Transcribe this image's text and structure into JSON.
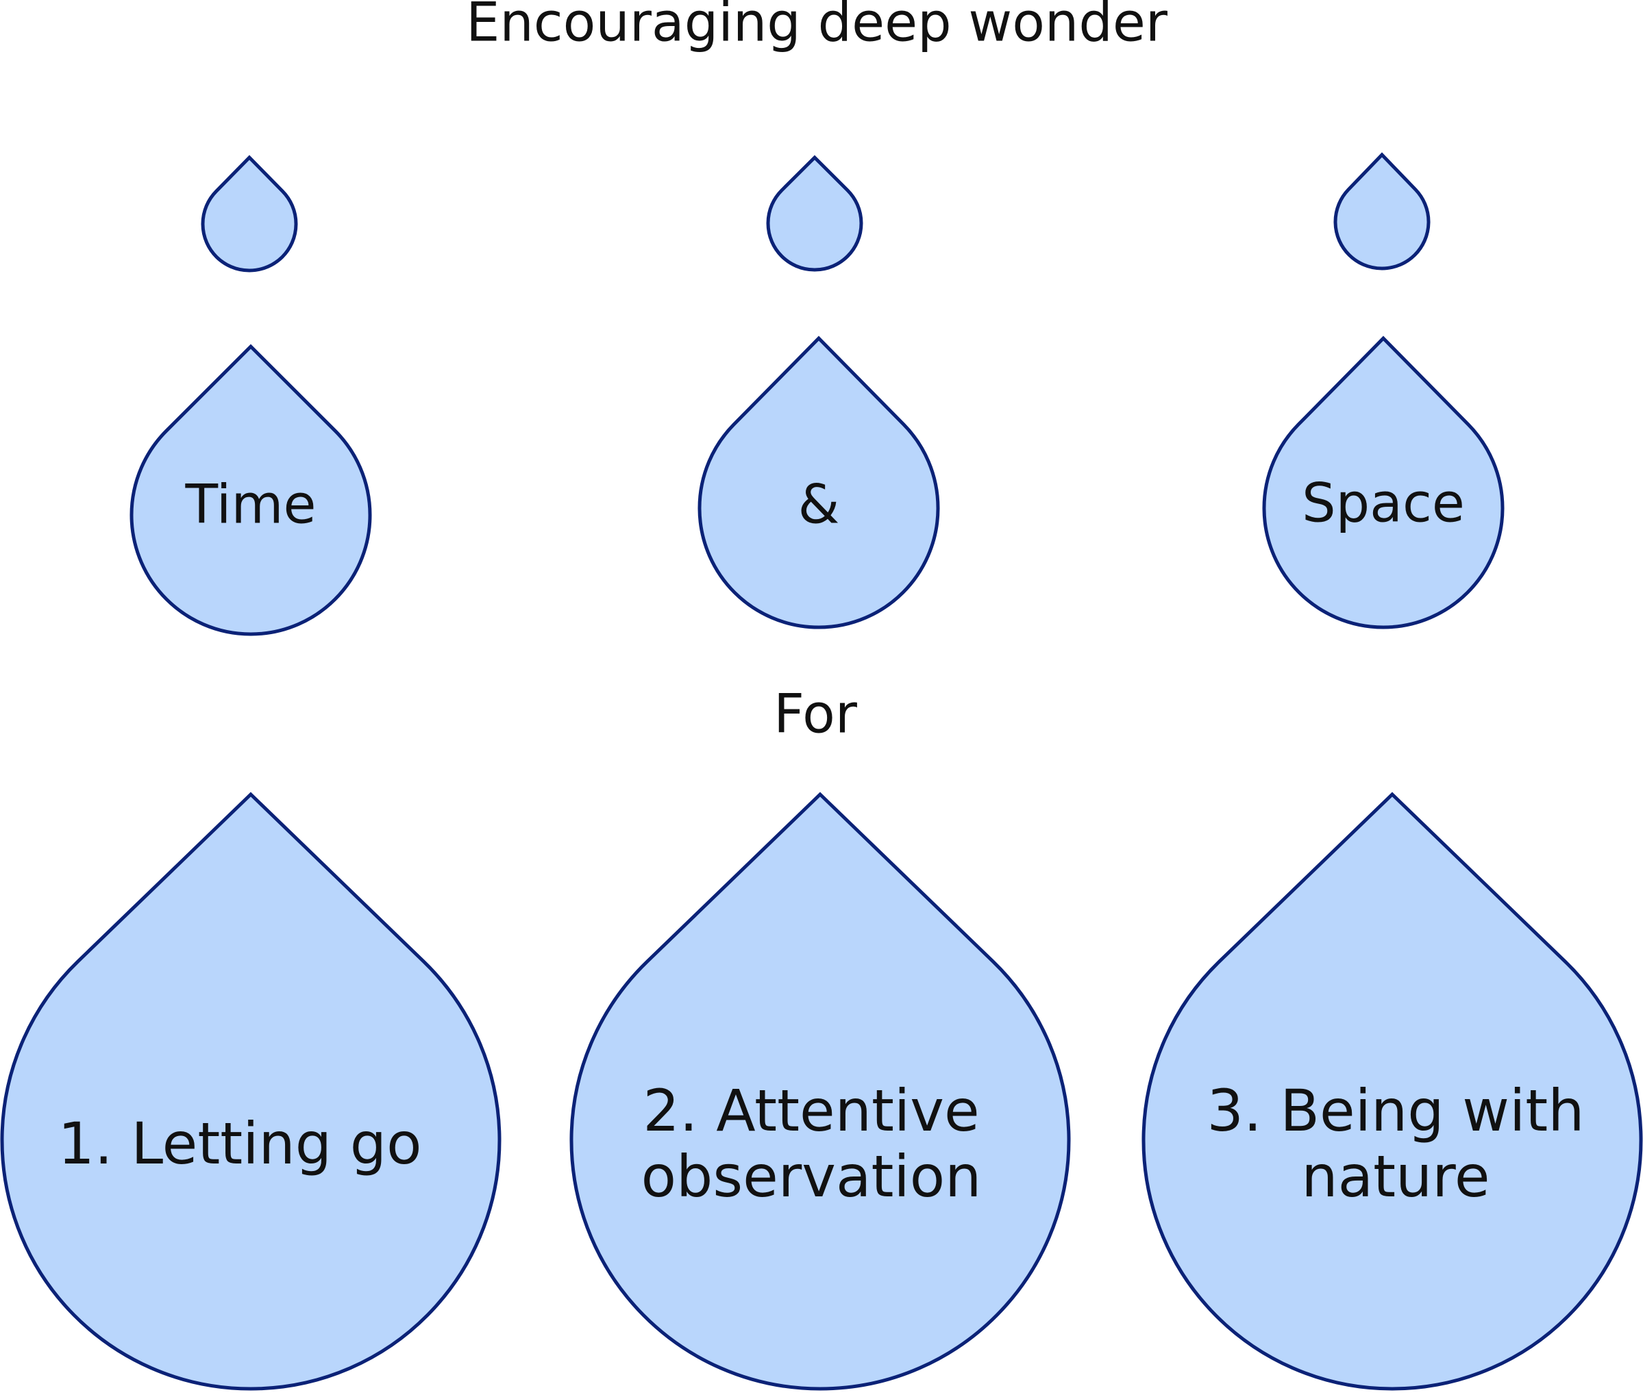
{
  "title": "Encouraging deep wonder",
  "connector": "For",
  "colors": {
    "fill": "#b9d6fc",
    "stroke": "#0b2277",
    "text": "#111111"
  },
  "small_drops": [
    {
      "name": "drop-small-left"
    },
    {
      "name": "drop-small-center"
    },
    {
      "name": "drop-small-right"
    }
  ],
  "medium_drops": [
    {
      "name": "drop-time",
      "lines": [
        "Time"
      ]
    },
    {
      "name": "drop-ampersand",
      "lines": [
        "&"
      ]
    },
    {
      "name": "drop-space",
      "lines": [
        "Space"
      ]
    }
  ],
  "large_drops": [
    {
      "name": "drop-letting-go",
      "lines": [
        "1. Letting go"
      ]
    },
    {
      "name": "drop-attentive-observation",
      "lines": [
        "2. Attentive",
        "observation"
      ]
    },
    {
      "name": "drop-being-with-nature",
      "lines": [
        "3. Being with",
        "nature"
      ]
    }
  ]
}
